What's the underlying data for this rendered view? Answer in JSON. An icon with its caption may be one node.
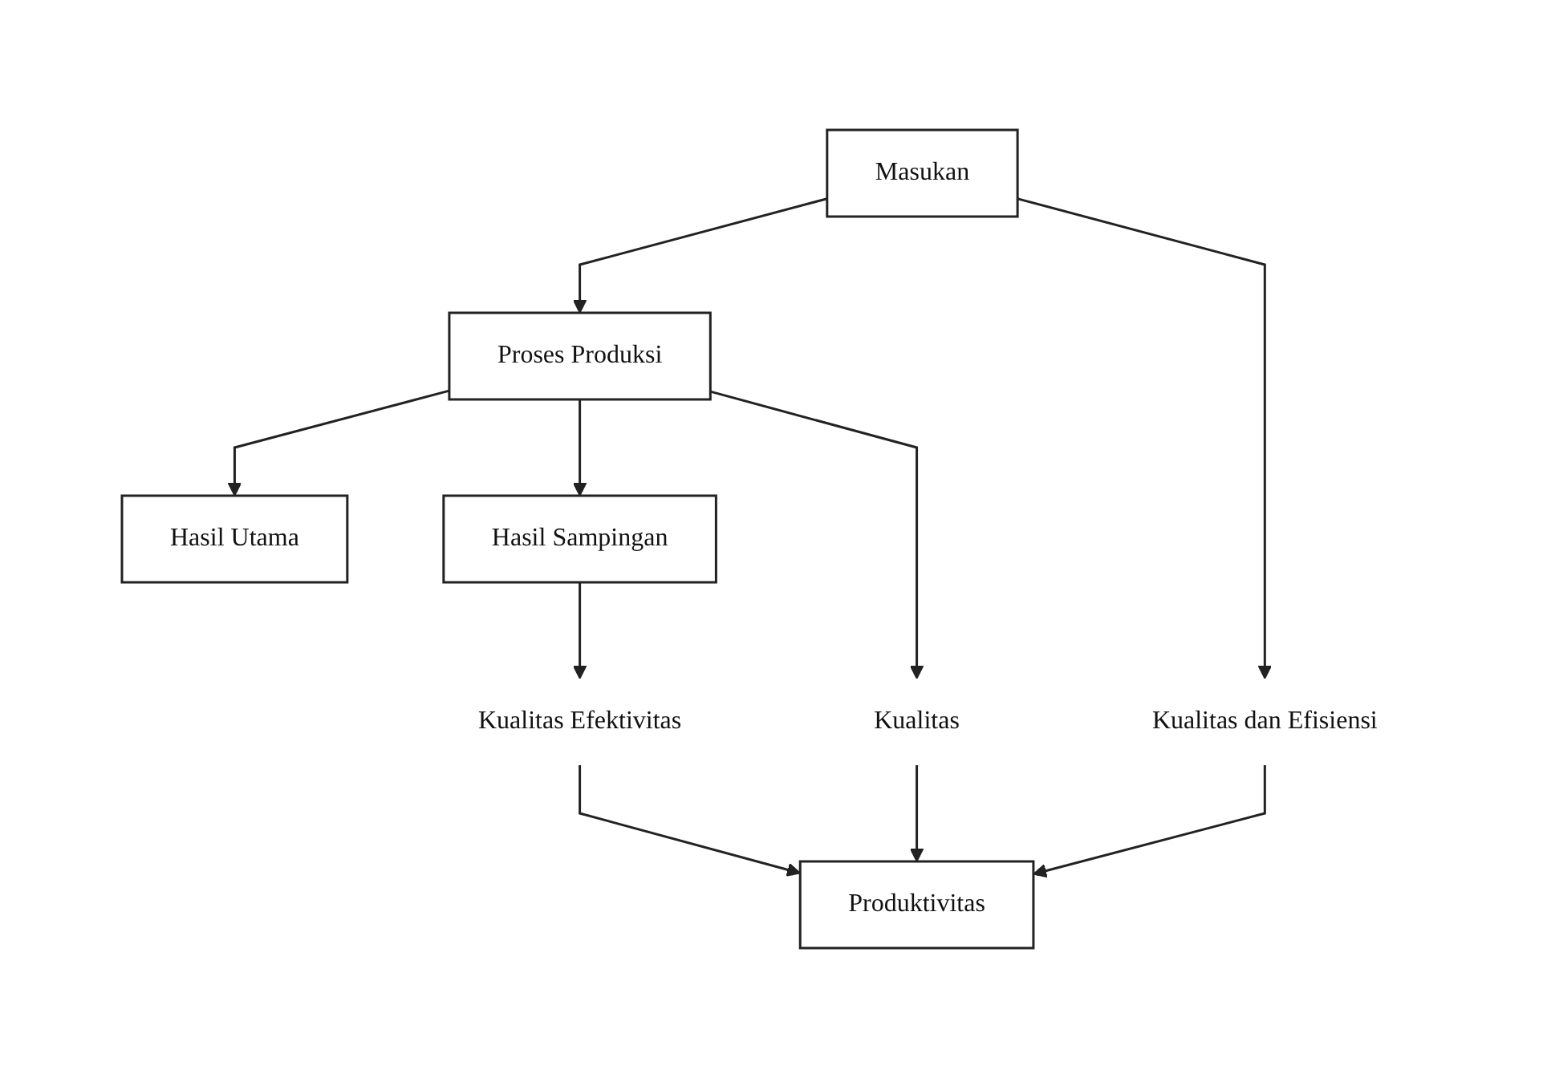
{
  "diagram": {
    "nodes": [
      {
        "text": [
          "Masukan"
        ]
      },
      {
        "text": [
          "Proses Produksi"
        ]
      },
      {
        "text": [
          "Hasil Utama"
        ]
      },
      {
        "text": [
          "Hasil Sampingan"
        ]
      },
      {
        "text": [
          "Kualitas dan Efisiensi"
        ]
      },
      {
        "text": [
          "Kualitas"
        ]
      },
      {
        "text": [
          "Kualitas Efektivitas"
        ]
      },
      {
        "text": [
          "Produktivitas"
        ]
      }
    ],
    "edges": [
      {
        "from": 0,
        "to": 1,
        "arrow": "to"
      },
      {
        "from": 1,
        "to": 2,
        "arrow": "to"
      },
      {
        "from": 1,
        "to": 3,
        "arrow": "to"
      },
      {
        "from": 0,
        "to": 4,
        "arrow": "to"
      },
      {
        "from": 1,
        "to": 5,
        "arrow": "to"
      },
      {
        "from": 3,
        "to": 6,
        "arrow": "to"
      },
      {
        "from": 4,
        "to": 7,
        "arrow": "to"
      },
      {
        "from": 5,
        "to": 7,
        "arrow": "to"
      },
      {
        "from": 6,
        "to": 7,
        "arrow": "to"
      }
    ]
  }
}
